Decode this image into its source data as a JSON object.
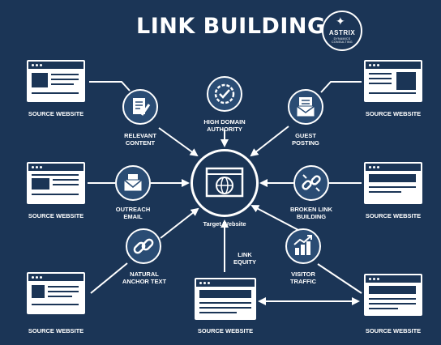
{
  "title": "LINK BUILDING",
  "logo": {
    "brand": "ASTRIX",
    "sub": "DYNAMICS CONSULTING"
  },
  "center": {
    "label": "Target Website",
    "icon": "globe-browser-icon"
  },
  "sources": [
    {
      "id": "left-top",
      "label": "SOURCE WEBSITE"
    },
    {
      "id": "left-mid",
      "label": "SOURCE WEBSITE"
    },
    {
      "id": "left-bottom",
      "label": "SOURCE WEBSITE"
    },
    {
      "id": "center-bottom",
      "label": "SOURCE WEBSITE"
    },
    {
      "id": "right-top",
      "label": "SOURCE WEBSITE"
    },
    {
      "id": "right-mid",
      "label": "SOURCE WEBSITE"
    },
    {
      "id": "right-bottom",
      "label": "SOURCE WEBSITE"
    }
  ],
  "factors": [
    {
      "id": "high-domain-authority",
      "label": [
        "HIGH DOMAIN",
        "AUTHORITY"
      ],
      "icon": "check-badge-icon"
    },
    {
      "id": "relevant-content",
      "label": [
        "RELEVANT",
        "CONTENT"
      ],
      "icon": "document-pen-icon"
    },
    {
      "id": "guest-posting",
      "label": [
        "GUEST",
        "POSTING"
      ],
      "icon": "mail-document-icon"
    },
    {
      "id": "outreach-email",
      "label": [
        "OUTREACH",
        "EMAIL"
      ],
      "icon": "envelope-icon"
    },
    {
      "id": "broken-link-building",
      "label": [
        "BROKEN LINK",
        "BUILDING"
      ],
      "icon": "broken-chain-icon"
    },
    {
      "id": "natural-anchor-text",
      "label": [
        "NATURAL",
        "ANCHOR TEXT"
      ],
      "icon": "chain-link-icon"
    },
    {
      "id": "visitor-traffic",
      "label": [
        "VISITOR",
        "TRAFFIC"
      ],
      "icon": "growth-chart-icon"
    },
    {
      "id": "link-equity",
      "label": [
        "LINK",
        "EQUITY"
      ]
    }
  ],
  "colors": {
    "background": "#1b3556",
    "node": "#2a4c74",
    "foreground": "#ffffff"
  }
}
